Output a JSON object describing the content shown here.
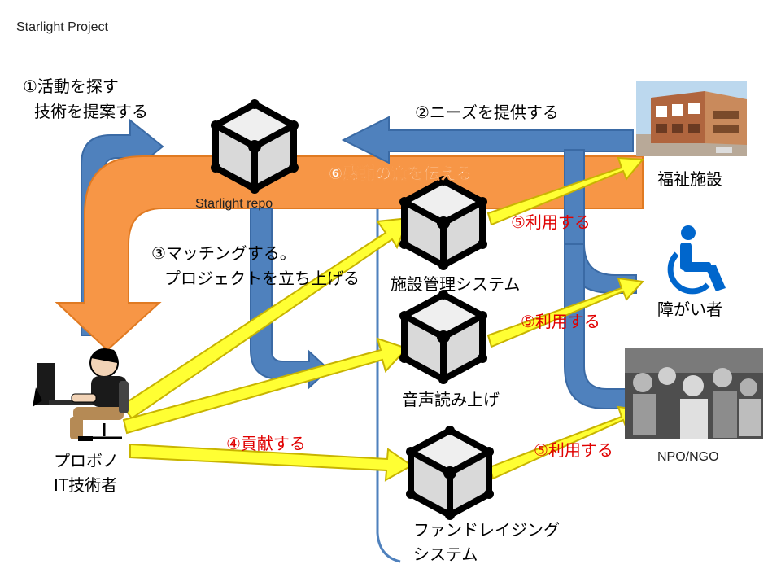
{
  "title": "Starlight Project",
  "steps": {
    "s1_line1": "①活動を探す",
    "s1_line2": "技術を提案する",
    "s2": "②ニーズを提供する",
    "s3_line1": "③マッチングする。",
    "s3_line2": "プロジェクトを立ち上げる",
    "s4": "④貢献する",
    "s5": "⑤利用する",
    "s6": "⑥感謝の意を伝える"
  },
  "nodes": {
    "repo": "Starlight repo",
    "facility_system": "施設管理システム",
    "voice_reader": "音声読み上げ",
    "fundraising_line1": "ファンドレイジング",
    "fundraising_line2": "システム",
    "engineer_line1": "プロボノ",
    "engineer_line2": "IT技術者",
    "welfare": "福祉施設",
    "disabled": "障がい者",
    "ngo": "NPO/NGO"
  },
  "icons": [
    "cube-icon",
    "wheelchair-icon",
    "engineer-figure",
    "welfare-building-photo",
    "ngo-group-photo"
  ],
  "colors": {
    "blue_arrow": "#4f81bd",
    "orange_arrow": "#f79646",
    "yellow_arrow": "#ffff33",
    "red_text": "#e00000",
    "wheelchair": "#0066cc"
  }
}
